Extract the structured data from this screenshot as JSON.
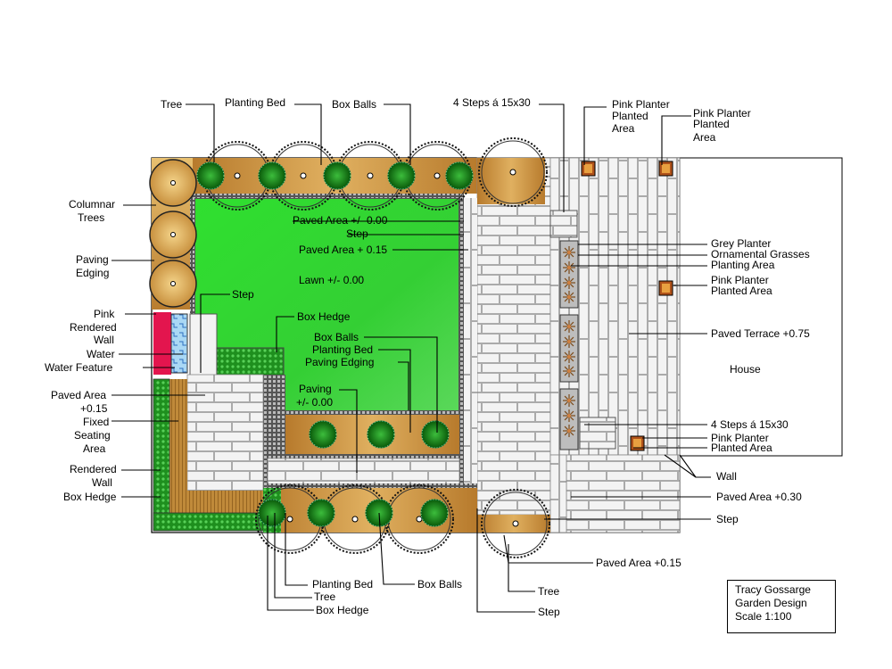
{
  "labels": {
    "tree_top": "Tree",
    "planting_bed_top": "Planting Bed",
    "box_balls_top": "Box Balls",
    "steps_top": "4 Steps á 15x30",
    "pink_planter_1": "Pink Planter",
    "planted_area_1a": "Planted",
    "planted_area_1b": "Area",
    "pink_planter_2": "Pink Planter",
    "planted_area_2a": "Planted",
    "planted_area_2b": "Area",
    "columnar_a": "Columnar",
    "columnar_b": "Trees",
    "paving_edging_a": "Paving",
    "paving_edging_b": "Edging",
    "paved_area_000": "Paved Area +/- 0.00",
    "step_1": "Step",
    "paved_area_015a": "Paved Area + 0.15",
    "lawn": "Lawn +/- 0.00",
    "step_2": "Step",
    "box_hedge_1": "Box Hedge",
    "pink_a": "Pink",
    "pink_b": "Rendered",
    "pink_c": "Wall",
    "water": "Water",
    "water_feature": "Water Feature",
    "box_balls_mid": "Box Balls",
    "planting_bed_mid": "Planting Bed",
    "paving_edging_mid": "Paving Edging",
    "paving_a": "Paving",
    "paving_b": "+/- 0.00",
    "paved_015_a": "Paved Area",
    "paved_015_b": "+0.15",
    "fixed_a": "Fixed",
    "fixed_b": "Seating",
    "fixed_c": "Area",
    "rendered_a": "Rendered",
    "rendered_b": "Wall",
    "box_hedge_left": "Box Hedge",
    "grey_planter": "Grey Planter",
    "ornamental": "Ornamental Grasses",
    "planting_area": "Planting Area",
    "pink_planter_3": "Pink Planter",
    "planted_area_3": "Planted Area",
    "paved_terrace": "Paved Terrace  +0.75",
    "house": "House",
    "steps_right": "4 Steps  á 15x30",
    "pink_planter_4": "Pink Planter",
    "planted_area_4": "Planted Area",
    "wall": "Wall",
    "paved_030": "Paved Area  +0.30",
    "step_right": "Step",
    "paved_015_bottom": "Paved Area +0.15",
    "planting_bed_bottom": "Planting Bed",
    "tree_bottom_1": "Tree",
    "box_balls_bottom": "Box Balls",
    "box_hedge_bottom": "Box Hedge",
    "tree_bottom_2": "Tree",
    "step_bottom": "Step"
  },
  "title_block": {
    "line1": "Tracy Gossarge",
    "line2": "Garden Design",
    "line3": "Scale 1:100"
  },
  "colors": {
    "lawn": "#2fd32f",
    "bed": "#c8903e",
    "hedge": "#2aa52a",
    "wall_pink": "#e8305a",
    "water": "#9fd0f0",
    "paving": "#f2f2f2"
  }
}
